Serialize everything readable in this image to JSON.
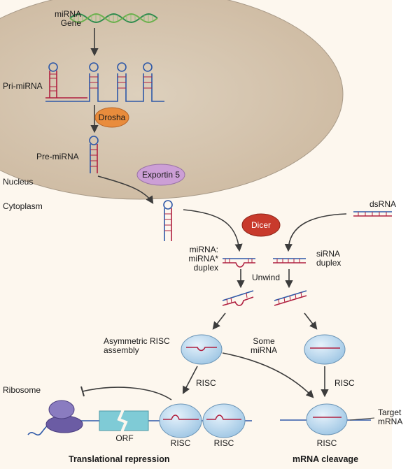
{
  "labels": {
    "mirna_gene": "miRNA\nGene",
    "pri_mirna": "Pri-miRNA",
    "drosha": "Drosha",
    "pre_mirna": "Pre-miRNA",
    "exportin5": "Exportin 5",
    "nucleus": "Nucleus",
    "cytoplasm": "Cytoplasm",
    "dsrna": "dsRNA",
    "dicer": "Dicer",
    "mirna_duplex": "miRNA:\nmiRNA*\nduplex",
    "sirna_duplex": "siRNA\nduplex",
    "unwind": "Unwind",
    "asymmetric_risc": "Asymmetric RISC\nassembly",
    "some_mirna": "Some\nmiRNA",
    "risc_left": "RISC",
    "risc_right": "RISC",
    "ribosome": "Ribosome",
    "orf": "ORF",
    "risc_bottom_1": "RISC",
    "risc_bottom_2": "RISC",
    "risc_bottom_3": "RISC",
    "target_mrna": "Target\nmRNA",
    "translational_repression": "Translational repression",
    "mrna_cleavage": "mRNA cleavage"
  },
  "colors": {
    "background": "#fdf7ee",
    "nucleus_fill": "#d8c8b4",
    "strand_blue": "#2e58a8",
    "strand_red": "#b02040",
    "drosha": "#e98c3c",
    "exportin": "#cc9fd6",
    "dicer": "#c83a2c",
    "risc": "#b7d5ec",
    "ribosome": "#7c6db0",
    "orf": "#7fcbd6",
    "arrow": "#3c3c3c"
  }
}
